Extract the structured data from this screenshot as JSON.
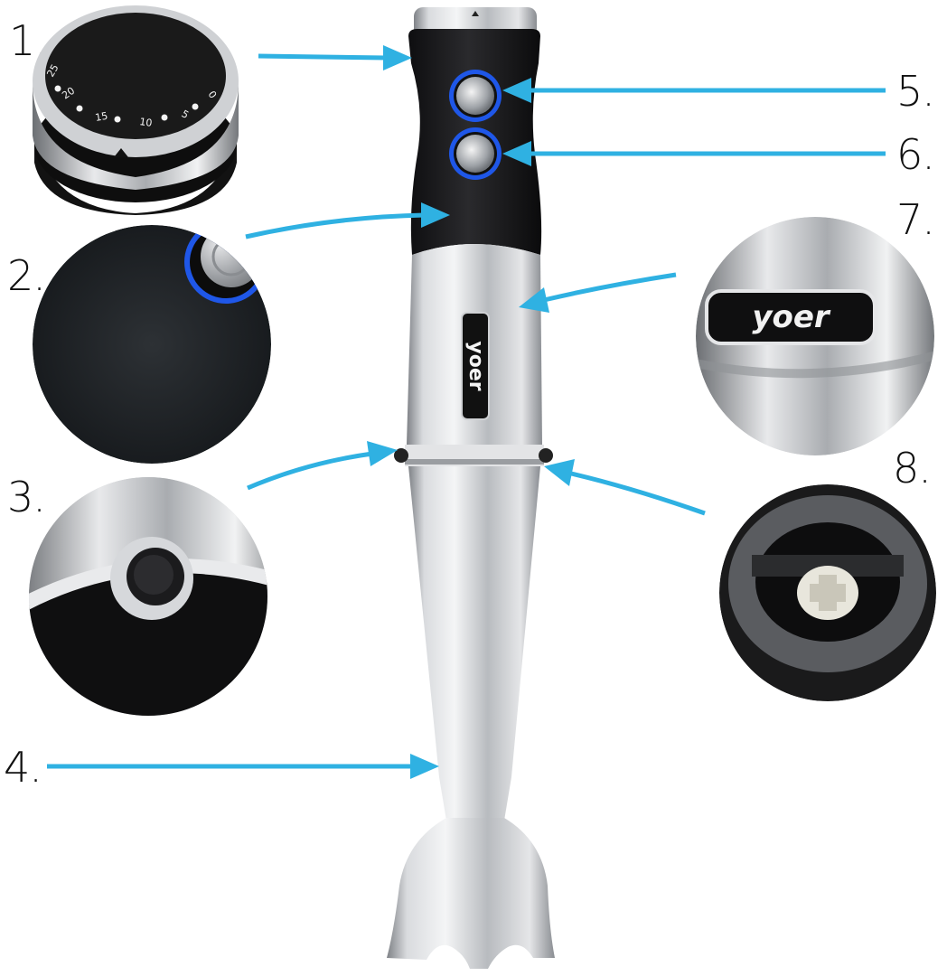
{
  "callouts": [
    {
      "number": "1.",
      "part": "speed-timer-dial"
    },
    {
      "number": "2.",
      "part": "ergonomic-handle"
    },
    {
      "number": "3.",
      "part": "release-button"
    },
    {
      "number": "4.",
      "part": "blending-shaft"
    },
    {
      "number": "5.",
      "part": "power-button-low"
    },
    {
      "number": "6.",
      "part": "power-button-turbo"
    },
    {
      "number": "7.",
      "part": "brand-badge"
    },
    {
      "number": "8.",
      "part": "shaft-coupling"
    }
  ],
  "dial": {
    "marks": [
      "25",
      "20",
      "15",
      "10",
      "5",
      "0"
    ]
  },
  "brand": "yoer",
  "colors": {
    "arrow": "#2fb1e2",
    "accent_ring": "#1f57e8",
    "handle": "#1d1d1f",
    "steel": "#c7c9cc"
  }
}
